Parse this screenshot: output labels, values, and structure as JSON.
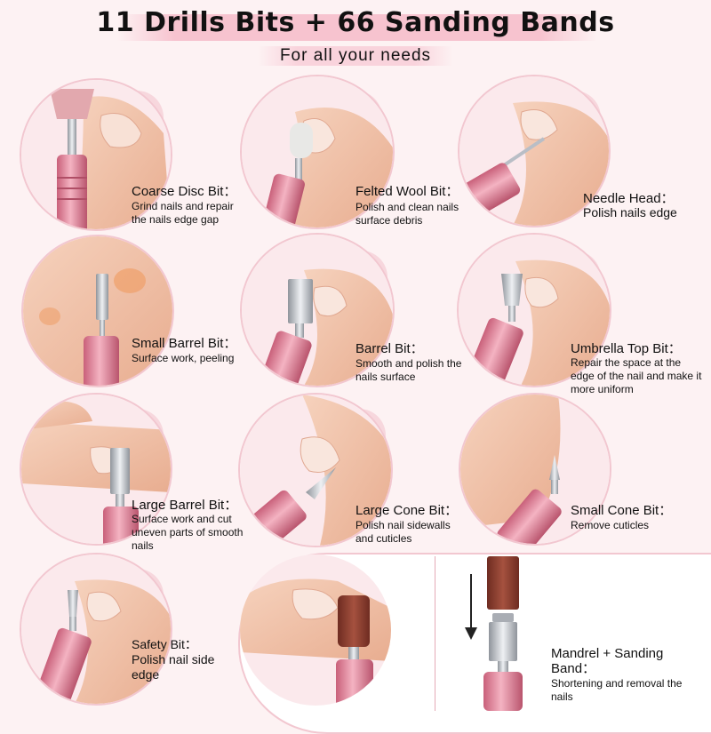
{
  "header": {
    "title": "11 Drills Bits + 66 Sanding Bands",
    "subtitle": "For all your needs"
  },
  "colors": {
    "background": "#fdf2f3",
    "accent_pink": "#e3879c",
    "skin": "#f2c2a6",
    "bit_metal": "#c9ccd2",
    "sanding_band": "#8b3d2f"
  },
  "bits": [
    {
      "name": "Coarse Disc Bit：",
      "desc": "Grind nails and repair the nails edge gap"
    },
    {
      "name": "Felted Wool Bit：",
      "desc": "Polish and clean nails surface debris"
    },
    {
      "name": "Needle Head：",
      "desc": "Polish nails edge"
    },
    {
      "name": "Small Barrel Bit：",
      "desc": "Surface work, peeling"
    },
    {
      "name": "Barrel Bit：",
      "desc": "Smooth and polish the nails surface"
    },
    {
      "name": "Umbrella Top Bit：",
      "desc": "Repair the space at the edge of the nail and make it more uniform"
    },
    {
      "name": "Large Barrel Bit：",
      "desc": "Surface work and cut uneven parts of smooth nails"
    },
    {
      "name": "Large Cone Bit：",
      "desc": "Polish nail sidewalls and cuticles"
    },
    {
      "name": "Small Cone Bit：",
      "desc": "Remove cuticles"
    },
    {
      "name": "Safety Bit：",
      "desc": "Polish nail side edge"
    },
    {
      "name": "Mandrel + Sanding Band：",
      "desc": "Shortening and removal the nails"
    }
  ]
}
